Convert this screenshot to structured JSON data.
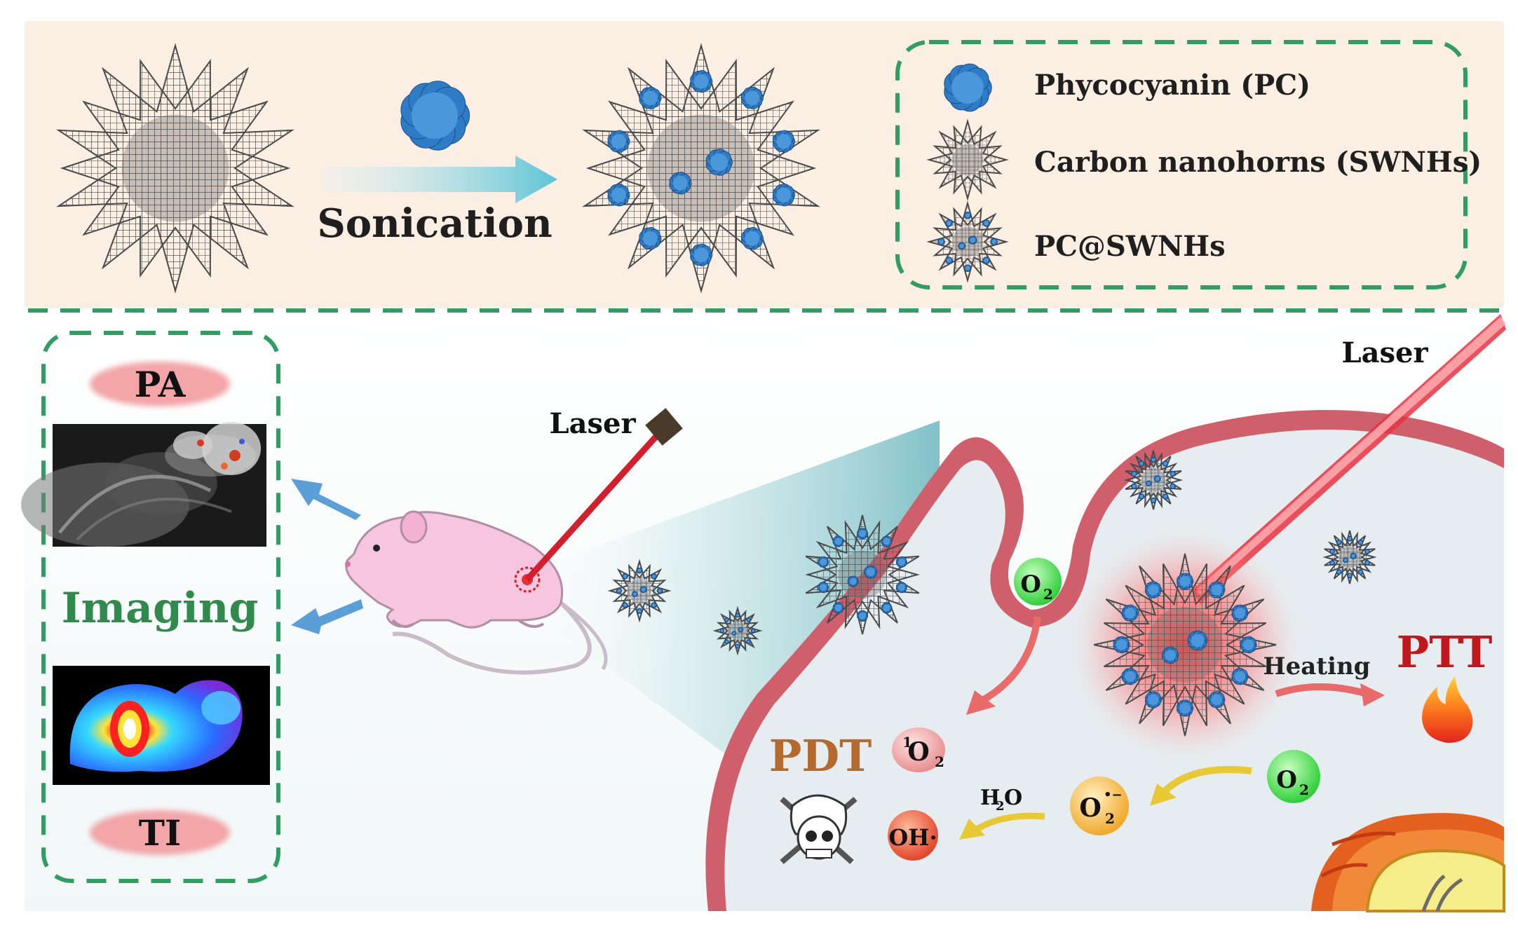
{
  "synthesis": {
    "arrow_label": "Sonication"
  },
  "legend": {
    "items": [
      {
        "icon": "phycocyanin-icon",
        "label": "Phycocyanin (PC)"
      },
      {
        "icon": "nanohorn-icon",
        "label": "Carbon nanohorns (SWNHs)"
      },
      {
        "icon": "pc-swnh-icon",
        "label": "PC@SWNHs"
      }
    ]
  },
  "imaging": {
    "pa_label": "PA",
    "title": "Imaging",
    "ti_label": "TI"
  },
  "mouse": {
    "laser_label": "Laser"
  },
  "cell": {
    "laser_label": "Laser",
    "o2_top": "O",
    "o2_top_sub": "2",
    "o2_right": "O",
    "o2_right_sub": "2",
    "singlet_sup": "1",
    "singlet_main": "O",
    "singlet_sub": "2",
    "superoxide_main": "O",
    "superoxide_sub": "2",
    "superoxide_sup": "•−",
    "hydroxyl": "OH·",
    "h2o_h": "H",
    "h2o_sub": "2",
    "h2o_o": "O",
    "heating_label": "Heating",
    "ptt_label": "PTT",
    "pdt_label": "PDT"
  },
  "colors": {
    "top_panel": "#fbeee2",
    "dashed_green": "#2e9e62",
    "pill_pink": "#f3a5a8",
    "imaging_green": "#2f8a4c",
    "ptt_red": "#c2171d",
    "pdt_orange": "#b46a2c",
    "membrane": "#d46a73",
    "pc_blue": "#2f7cc6",
    "nanohorn_gray": "#6d6d6d"
  }
}
